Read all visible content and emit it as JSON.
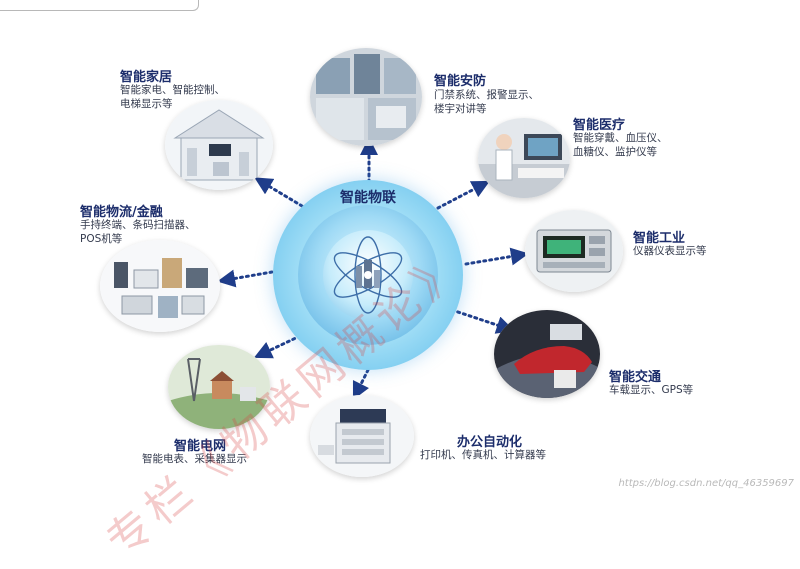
{
  "center": {
    "title": "智能物联"
  },
  "categories": [
    {
      "id": "smart_home",
      "title": "智能家居",
      "desc": [
        "智能家电、智能控制、",
        "电梯显示等"
      ]
    },
    {
      "id": "smart_security",
      "title": "智能安防",
      "desc": [
        "门禁系统、报警显示、",
        "楼宇对讲等"
      ]
    },
    {
      "id": "smart_medical",
      "title": "智能医疗",
      "desc": [
        "智能穿戴、血压仪、",
        "血糖仪、监护仪等"
      ]
    },
    {
      "id": "smart_logistics_finance",
      "title": "智能物流/金融",
      "desc": [
        "手持终端、条码扫描器、",
        "POS机等"
      ]
    },
    {
      "id": "smart_industry",
      "title": "智能工业",
      "desc": [
        "仪器仪表显示等"
      ]
    },
    {
      "id": "smart_transport",
      "title": "智能交通",
      "desc": [
        "车载显示、GPS等"
      ]
    },
    {
      "id": "smart_grid",
      "title": "智能电网",
      "desc": [
        "智能电表、采集器显示"
      ]
    },
    {
      "id": "office_automation",
      "title": "办公自动化",
      "desc": [
        "打印机、传真机、计算器等"
      ]
    }
  ],
  "watermark": {
    "text": "专栏《物联网概论》",
    "url": "https://blog.csdn.net/qq_46359697"
  },
  "colors": {
    "title": "#1c2d6b",
    "arrow": "#1f3d8a",
    "hub": "#7fcdf0"
  }
}
